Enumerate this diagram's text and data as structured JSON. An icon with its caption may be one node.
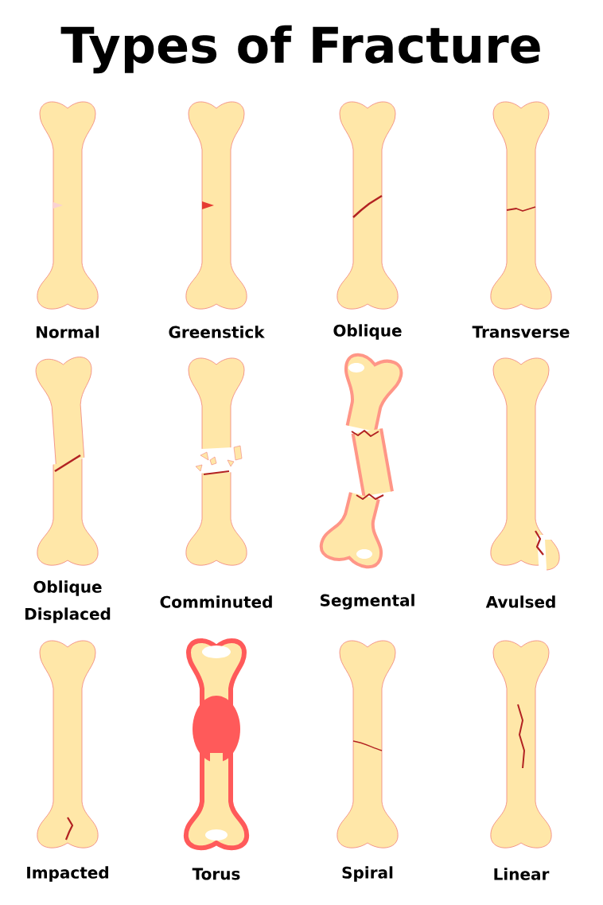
{
  "diagram": {
    "title": "Types of Fracture",
    "labels": [
      "Normal",
      "Greenstick",
      "Oblique",
      "Transverse",
      "Oblique Displaced",
      "Comminuted",
      "Segmental",
      "Avulsed",
      "Impacted",
      "Torus",
      "Spiral",
      "Linear"
    ]
  }
}
